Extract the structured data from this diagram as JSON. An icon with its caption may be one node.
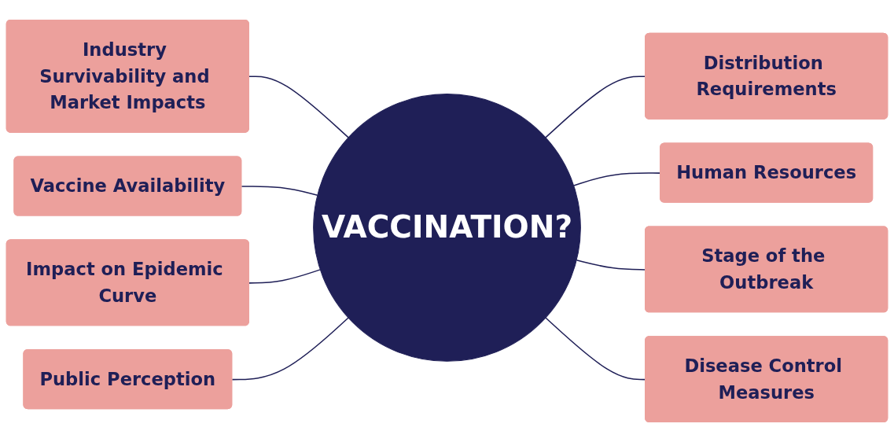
{
  "diagram": {
    "nodes": [
      {
        "text": [
          "VACCINATION?"
        ]
      },
      {
        "text": [
          "Industry Survivability and Market Impacts"
        ]
      },
      {
        "text": [
          "Vaccine Availability"
        ]
      },
      {
        "text": [
          "Impact on Epidemic Curve"
        ]
      },
      {
        "text": [
          "Public Perception"
        ]
      },
      {
        "text": [
          "Distribution Requirements"
        ]
      },
      {
        "text": [
          "Human Resources"
        ]
      },
      {
        "text": [
          "Stage of the Outbreak"
        ]
      },
      {
        "text": [
          "Disease Control Measures"
        ]
      }
    ],
    "edges": [
      {
        "from": 1,
        "to": 0,
        "arrow": "none"
      },
      {
        "from": 2,
        "to": 0,
        "arrow": "none"
      },
      {
        "from": 3,
        "to": 0,
        "arrow": "none"
      },
      {
        "from": 4,
        "to": 0,
        "arrow": "none"
      },
      {
        "from": 0,
        "to": 5,
        "arrow": "none"
      },
      {
        "from": 0,
        "to": 6,
        "arrow": "none"
      },
      {
        "from": 0,
        "to": 7,
        "arrow": "none"
      },
      {
        "from": 0,
        "to": 8,
        "arrow": "none"
      }
    ]
  }
}
